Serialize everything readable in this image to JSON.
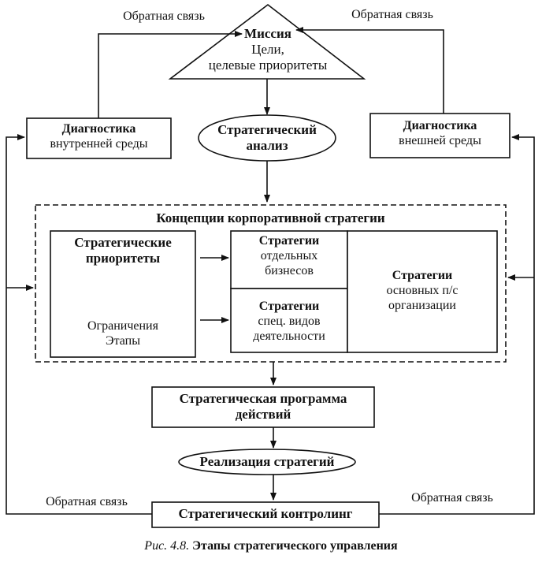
{
  "feedback": {
    "top_left": "Обратная связь",
    "top_right": "Обратная связь",
    "bottom_left": "Обратная связь",
    "bottom_right": "Обратная связь"
  },
  "mission": {
    "title": "Миссия",
    "line2": "Цели,",
    "line3": "целевые приоритеты"
  },
  "diag_internal": {
    "title": "Диагностика",
    "subtitle": "внутренней среды"
  },
  "diag_external": {
    "title": "Диагностика",
    "subtitle": "внешней среды"
  },
  "strategic_analysis": {
    "line1": "Стратегический",
    "line2": "анализ"
  },
  "concepts": {
    "title": "Концепции корпоративной стратегии"
  },
  "priorities": {
    "title1": "Стратегические",
    "title2": "приоритеты",
    "extra1": "Ограничения",
    "extra2": "Этапы"
  },
  "business_strategies": {
    "title": "Стратегии",
    "line2": "отдельных",
    "line3": "бизнесов"
  },
  "activity_strategies": {
    "title": "Стратегии",
    "line2": "спец. видов",
    "line3": "деятельности"
  },
  "division_strategies": {
    "title": "Стратегии",
    "line2": "основных п/с",
    "line3": "организации"
  },
  "program": {
    "line1": "Стратегическая программа",
    "line2": "действий"
  },
  "implementation": {
    "label": "Реализация стратегий"
  },
  "controlling": {
    "label": "Стратегический контролинг"
  },
  "caption": {
    "prefix": "Рис. 4.8.",
    "text": "Этапы стратегического управления"
  }
}
